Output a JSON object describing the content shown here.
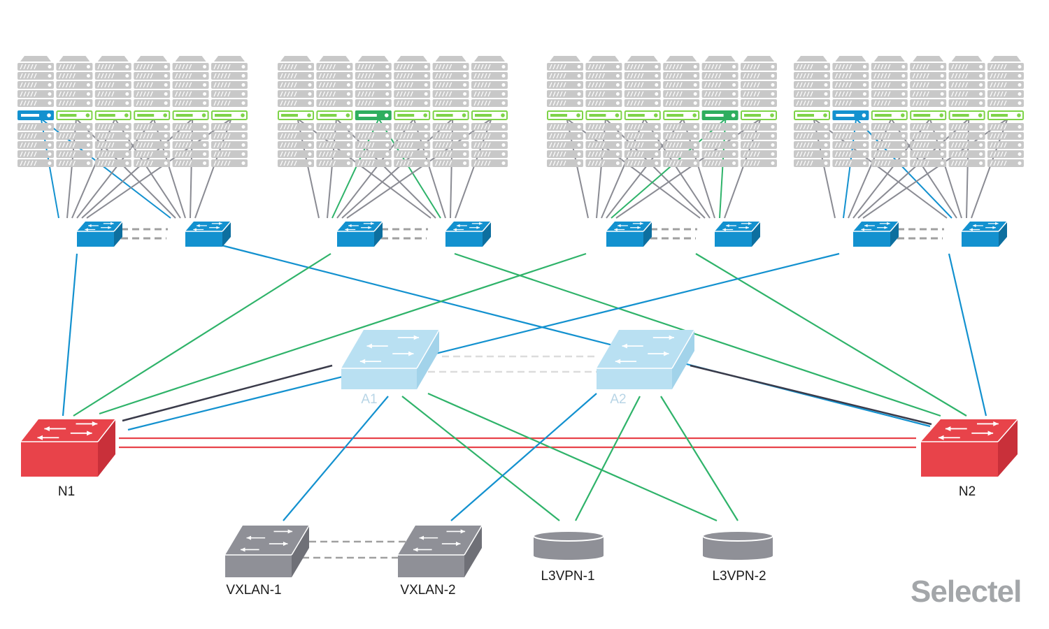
{
  "colors": {
    "server_gray": "#c8c8c8",
    "server_green": "#7ed348",
    "server_dark_green": "#2fae5f",
    "server_blue": "#1391cf",
    "link_gray": "#8a8b93",
    "link_blue": "#1391cf",
    "link_green": "#2fb36a",
    "link_dark": "#3a3b4a",
    "link_red": "#e8434a",
    "tor_switch": "#1391cf",
    "aggregation_switch": "#b9e0f2",
    "core_switch": "#e8434a",
    "edge_switch": "#8f9097",
    "storage": "#8f9097",
    "dashed": "#a0a0a0"
  },
  "server_groups": [
    {
      "highlight_index": 0,
      "highlight_color": "blue"
    },
    {
      "highlight_index": 2,
      "highlight_color": "dark_green"
    },
    {
      "highlight_index": 4,
      "highlight_color": "dark_green"
    },
    {
      "highlight_index": 1,
      "highlight_color": "blue"
    }
  ],
  "nodes": {
    "n1": "N1",
    "n2": "N2",
    "a1": "A1",
    "a2": "A2",
    "vxlan1": "VXLAN-1",
    "vxlan2": "VXLAN-2",
    "l3vpn1": "L3VPN-1",
    "l3vpn2": "L3VPN-2"
  },
  "logo": "Selectel"
}
